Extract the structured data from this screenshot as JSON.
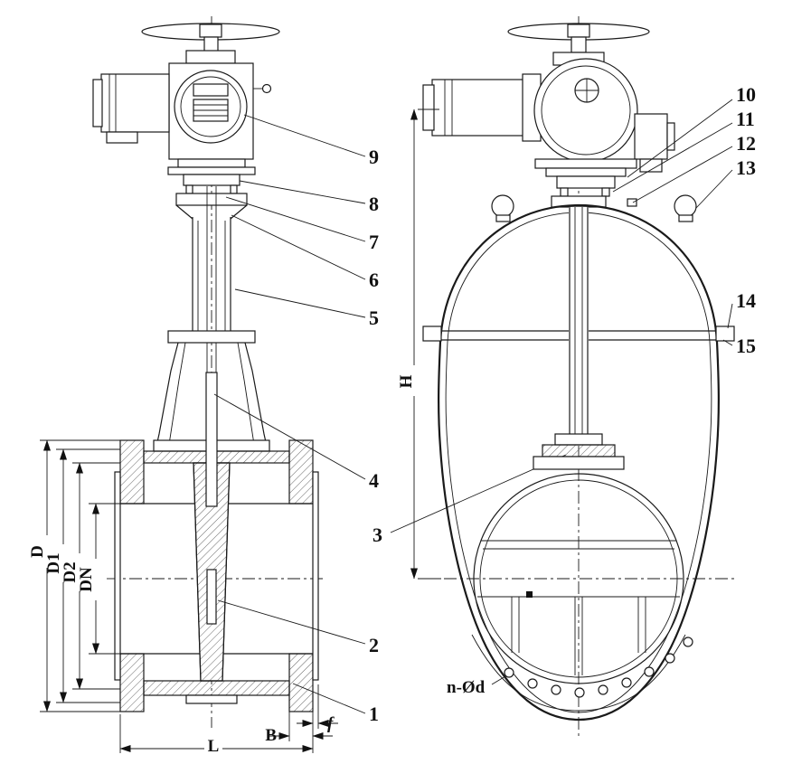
{
  "callouts": {
    "left": [
      "9",
      "8",
      "7",
      "6",
      "5",
      "4",
      "3",
      "2",
      "1"
    ],
    "right": [
      "10",
      "11",
      "12",
      "13",
      "14",
      "15"
    ]
  },
  "dimensions": {
    "outer_diameter": "D",
    "bolt_circle": "D1",
    "raised_face_diameter": "D2",
    "nominal_bore": "DN",
    "height": "H",
    "face_to_face": "L",
    "flange_thickness": "B",
    "raised_face_height": "f",
    "bolt_pattern": "n-Ød"
  }
}
